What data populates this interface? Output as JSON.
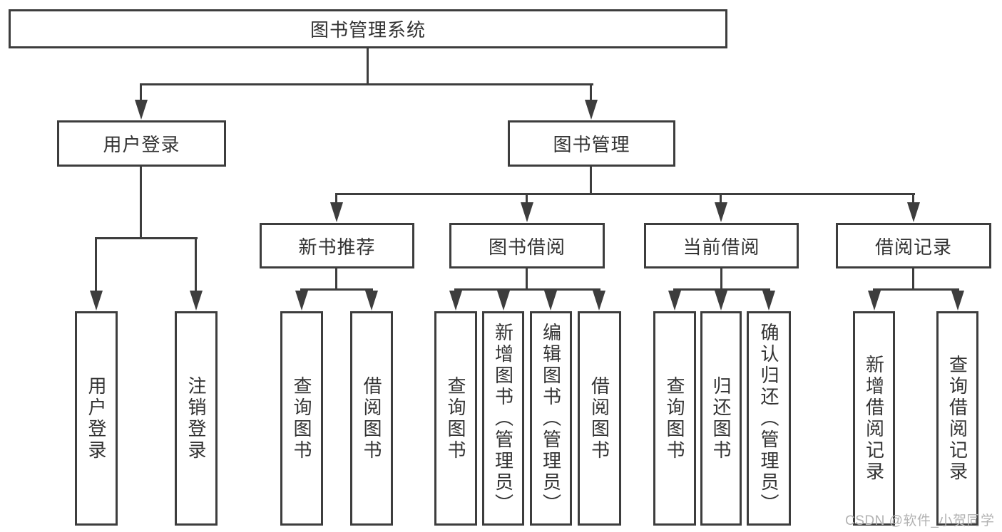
{
  "nodes": {
    "root": "图书管理系统",
    "user_login": "用户登录",
    "book_mgmt": "图书管理",
    "new_book_rec": "新书推荐",
    "book_borrow": "图书借阅",
    "current_borrow": "当前借阅",
    "borrow_records": "借阅记录",
    "leaf_user_login": "用户登录",
    "leaf_logout": "注销登录",
    "leaf_nb_query": "查询图书",
    "leaf_nb_borrow": "借阅图书",
    "leaf_bb_query": "查询图书",
    "leaf_bb_add": "新增图书（管理员）",
    "leaf_bb_edit": "编辑图书（管理员）",
    "leaf_bb_borrow": "借阅图书",
    "leaf_cb_query": "查询图书",
    "leaf_cb_return": "归还图书",
    "leaf_cb_confirm": "确认归还（管理员）",
    "leaf_br_add": "新增借阅记录",
    "leaf_br_query": "查询借阅记录"
  },
  "watermark": "CSDN @软件_小贺同学",
  "colors": {
    "line": "#3d3d3d",
    "text": "#333333",
    "watermark": "#b2b2b2",
    "background": "#ffffff"
  }
}
